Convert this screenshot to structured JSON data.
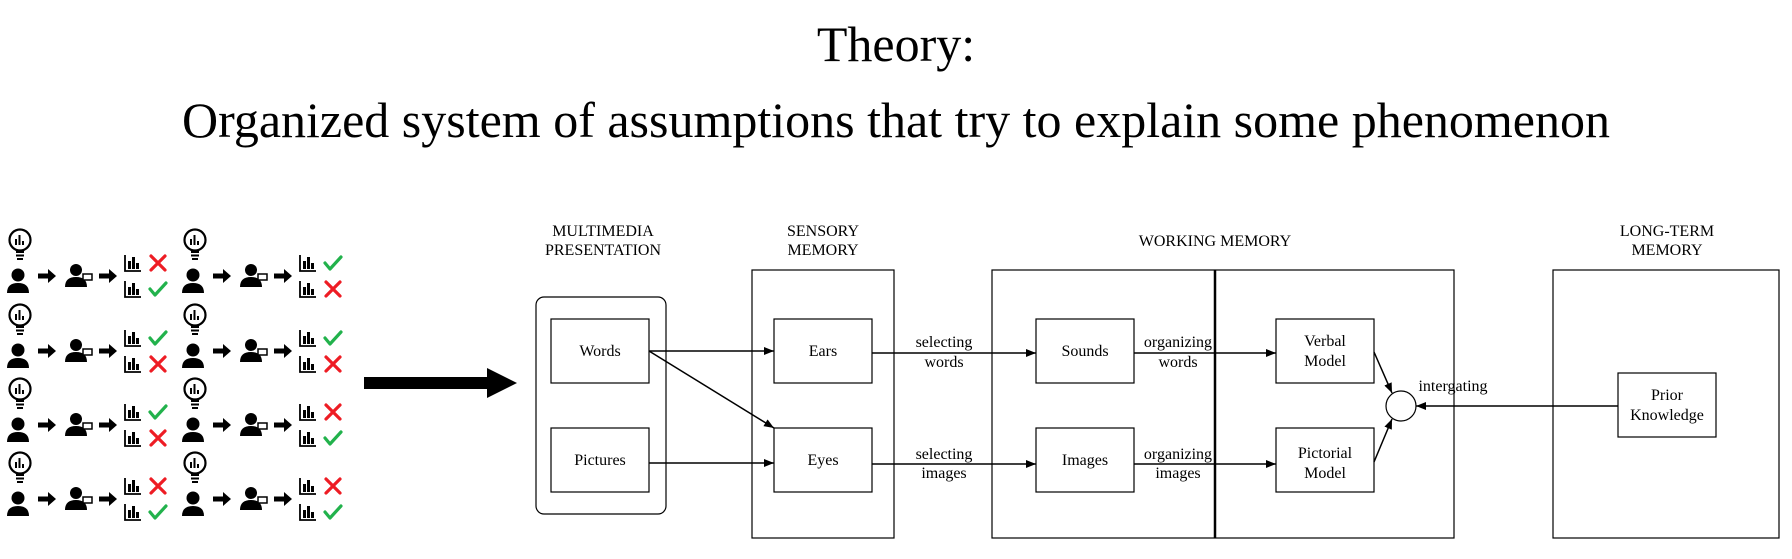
{
  "title": "Theory:",
  "subtitle": "Organized system of assumptions that try to explain some phenomenon",
  "columns": {
    "multimedia": [
      "MULTIMEDIA",
      "PRESENTATION"
    ],
    "sensory": [
      "SENSORY",
      "MEMORY"
    ],
    "working": [
      "WORKING MEMORY"
    ],
    "longterm": [
      "LONG-TERM",
      "MEMORY"
    ]
  },
  "nodes": {
    "words": [
      "Words"
    ],
    "pictures": [
      "Pictures"
    ],
    "ears": [
      "Ears"
    ],
    "eyes": [
      "Eyes"
    ],
    "sounds": [
      "Sounds"
    ],
    "images": [
      "Images"
    ],
    "verbal": [
      "Verbal",
      "Model"
    ],
    "pictorial": [
      "Pictorial",
      "Model"
    ],
    "prior": [
      "Prior",
      "Knowledge"
    ]
  },
  "edge_labels": {
    "selecting_words": [
      "selecting",
      "words"
    ],
    "selecting_images": [
      "selecting",
      "images"
    ],
    "organizing_words": [
      "organizing",
      "words"
    ],
    "organizing_images": [
      "organizing",
      "images"
    ],
    "integrating": [
      "intergating"
    ]
  },
  "experiment_grid": {
    "rows": [
      [
        [
          "bad",
          "good"
        ],
        [
          "good",
          "bad"
        ]
      ],
      [
        [
          "good",
          "bad"
        ],
        [
          "good",
          "bad"
        ]
      ],
      [
        [
          "good",
          "bad"
        ],
        [
          "bad",
          "good"
        ]
      ],
      [
        [
          "bad",
          "good"
        ],
        [
          "bad",
          "good"
        ]
      ]
    ],
    "colors": {
      "good": "#22b24c",
      "bad": "#ee1c24"
    }
  }
}
